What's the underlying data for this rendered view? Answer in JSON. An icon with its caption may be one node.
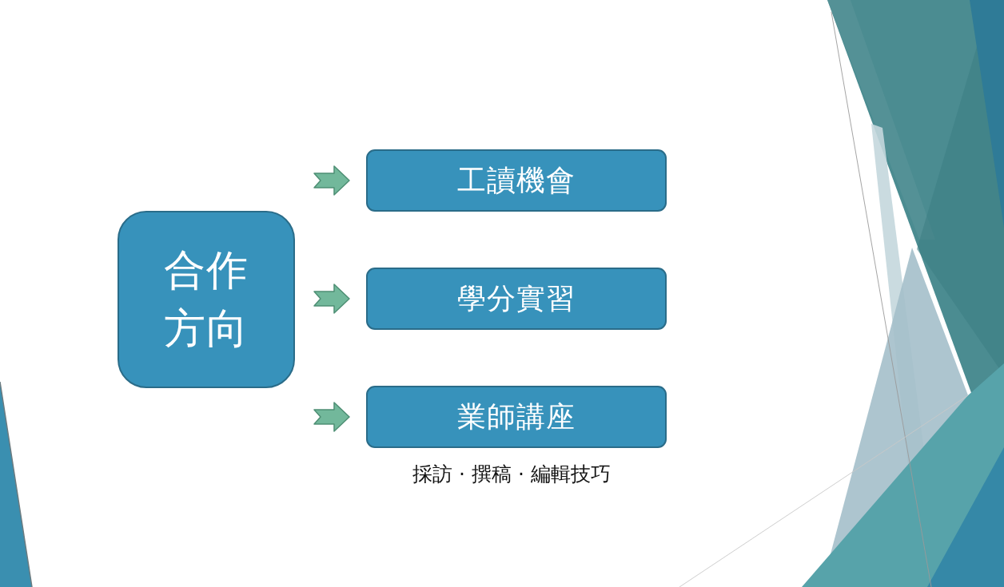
{
  "diagram": {
    "nodes": [
      {
        "text": [
          "合作方向"
        ]
      },
      {
        "text": [
          "工讀機會"
        ]
      },
      {
        "text": [
          "學分實習"
        ]
      },
      {
        "text": [
          "業師講座"
        ],
        "beside": [
          "採訪 · 撰稿 · 編輯技巧"
        ]
      }
    ],
    "edges": [
      {
        "from": 0,
        "to": 1,
        "arrow": "to"
      },
      {
        "from": 0,
        "to": 2,
        "arrow": "to"
      },
      {
        "from": 0,
        "to": 3,
        "arrow": "to"
      }
    ]
  }
}
